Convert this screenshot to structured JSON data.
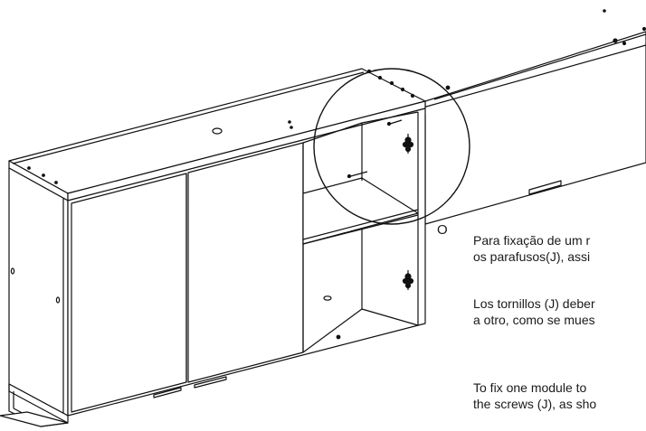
{
  "detail_label": "O",
  "instructions": {
    "pt": [
      "Para fixação de um r",
      "os parafusos(J), assi"
    ],
    "es": [
      "Los tornillos (J) deber",
      "a otro, como se mues"
    ],
    "en": [
      "To fix one module to",
      "the screws (J), as sho"
    ]
  }
}
